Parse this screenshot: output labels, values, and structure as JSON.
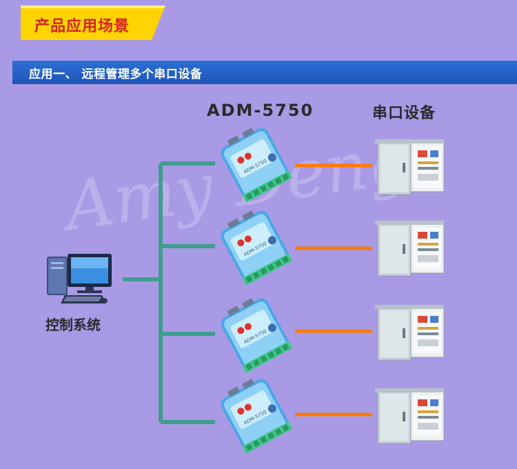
{
  "banner": {
    "title": "产品应用场景",
    "bg_color": "#ffd400",
    "text_color": "#d2231b"
  },
  "section": {
    "title": "应用一、 远程管理多个串口设备",
    "bar_color": "#2464c8"
  },
  "columns": {
    "device_header": "ADM-5750",
    "serial_header": "串口设备"
  },
  "control": {
    "label": "控制系统",
    "icon": "desktop-computer-icon"
  },
  "watermark": {
    "text": "Amy Deng"
  },
  "diagram": {
    "devices": [
      {
        "model": "ADM-5750",
        "icon": "serial-server-icon"
      },
      {
        "model": "ADM-5750",
        "icon": "serial-server-icon"
      },
      {
        "model": "ADM-5750",
        "icon": "serial-server-icon"
      },
      {
        "model": "ADM-5750",
        "icon": "serial-server-icon"
      }
    ],
    "serial_devices": [
      {
        "icon": "electrical-cabinet-icon"
      },
      {
        "icon": "electrical-cabinet-icon"
      },
      {
        "icon": "electrical-cabinet-icon"
      },
      {
        "icon": "electrical-cabinet-icon"
      }
    ],
    "network_line_color": "#3f9e8e",
    "serial_line_color": "#ff7a00"
  }
}
